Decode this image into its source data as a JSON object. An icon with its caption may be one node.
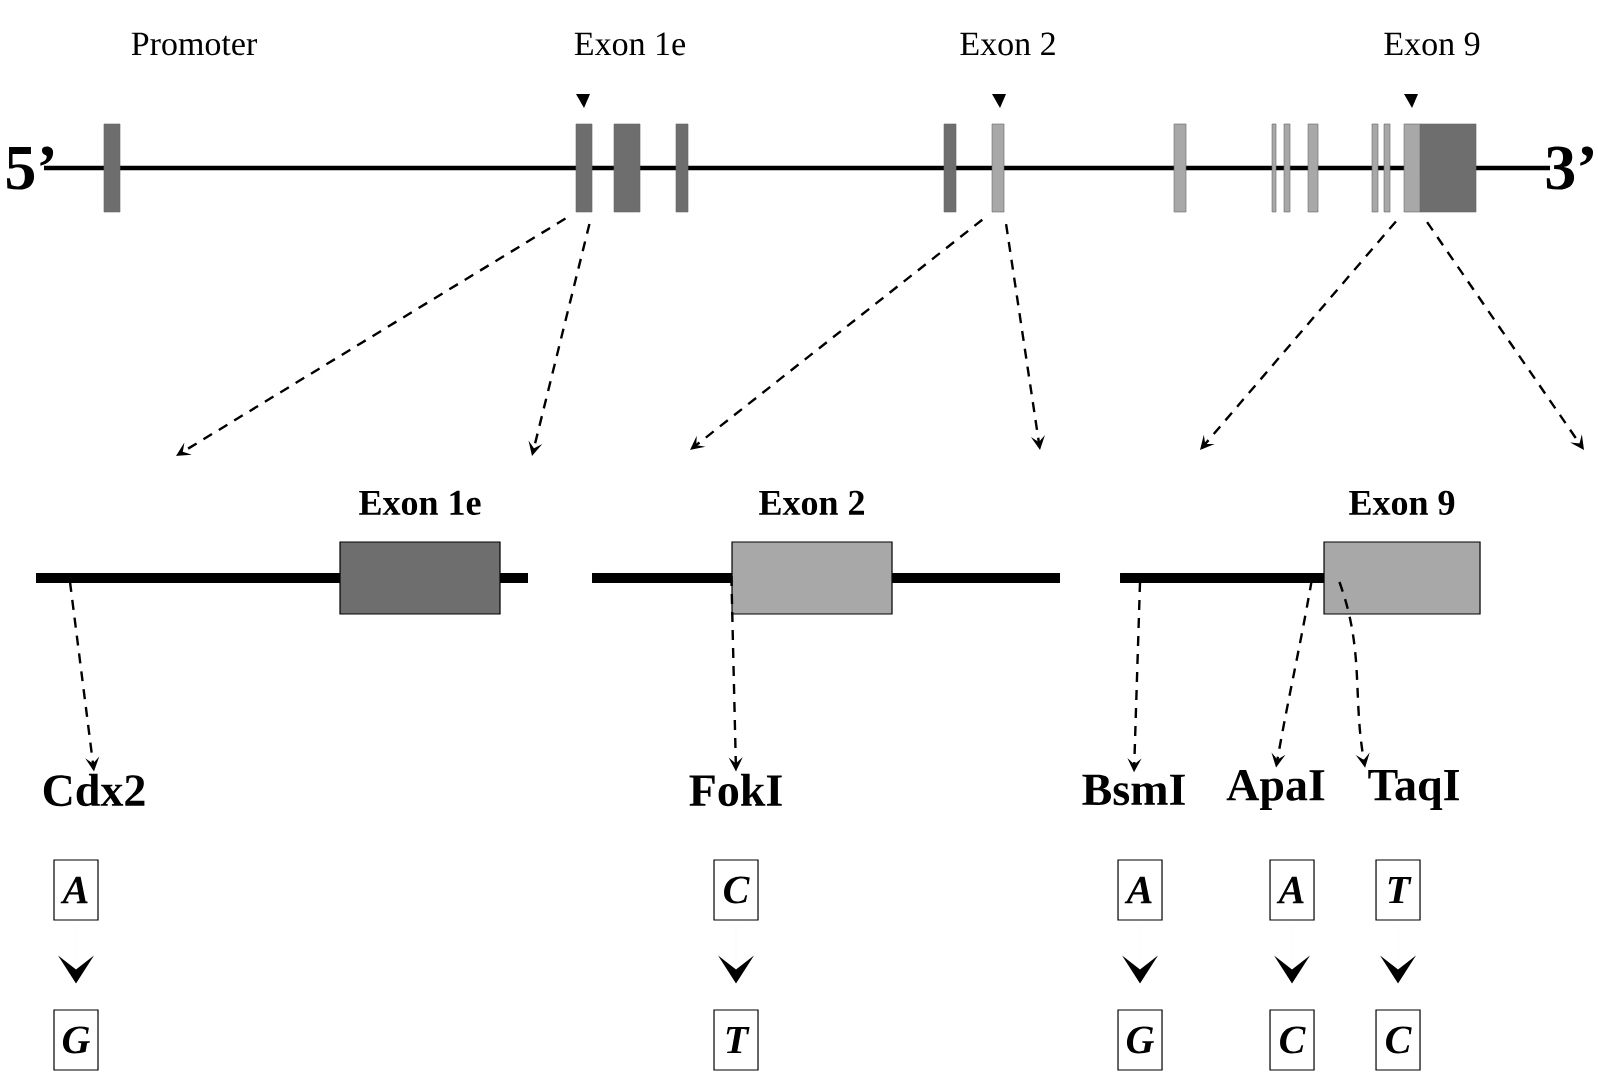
{
  "diagram": {
    "nodes": [
      {
        "text": [],
        "shape": "bar"
      },
      {
        "text": [],
        "shape": "bar"
      },
      {
        "text": [],
        "shape": "bar"
      },
      {
        "text": [
          "Exon 1e"
        ]
      },
      {
        "text": [
          "Exon 2"
        ]
      },
      {
        "text": [
          "Exon 9"
        ]
      },
      {
        "text": [
          "Cdx2"
        ]
      },
      {
        "text": [
          "FokI"
        ]
      },
      {
        "text": [
          "BsmI"
        ]
      },
      {
        "text": [
          "ApaI"
        ]
      },
      {
        "text": [
          "TaqI"
        ]
      },
      {
        "text": [
          "A"
        ]
      },
      {
        "text": [
          "C"
        ]
      },
      {
        "text": [
          "A"
        ]
      },
      {
        "text": [
          "A"
        ]
      },
      {
        "text": [
          "T"
        ]
      },
      {
        "text": [
          "G"
        ]
      },
      {
        "text": [
          "T"
        ]
      },
      {
        "text": [
          "G"
        ]
      },
      {
        "text": [
          "C"
        ]
      },
      {
        "text": [
          "C"
        ]
      }
    ],
    "edges": [
      {
        "from": 0,
        "to": null,
        "arrow": "to",
        "style": "dashed"
      },
      {
        "from": 0,
        "to": null,
        "arrow": "to",
        "style": "dashed"
      },
      {
        "from": 1,
        "to": null,
        "arrow": "to",
        "style": "dashed"
      },
      {
        "from": 1,
        "to": null,
        "arrow": "to",
        "style": "dashed"
      },
      {
        "from": 2,
        "to": null,
        "arrow": "to",
        "style": "dashed"
      },
      {
        "from": 2,
        "to": null,
        "arrow": "to",
        "style": "dashed"
      },
      {
        "from": null,
        "to": 6,
        "arrow": "to",
        "style": "dashed"
      },
      {
        "from": 4,
        "to": 7,
        "arrow": "to",
        "style": "dashed"
      },
      {
        "from": null,
        "to": 8,
        "arrow": "to",
        "style": "dashed"
      },
      {
        "from": 5,
        "to": 9,
        "arrow": "to",
        "style": "dashed"
      },
      {
        "from": 5,
        "to": 10,
        "arrow": "to",
        "style": "dashed"
      },
      {
        "from": 11,
        "to": 16,
        "arrow": "to"
      },
      {
        "from": 12,
        "to": 17,
        "arrow": "to"
      },
      {
        "from": 13,
        "to": 18,
        "arrow": "to"
      },
      {
        "from": 14,
        "to": 19,
        "arrow": "to"
      },
      {
        "from": 15,
        "to": 20,
        "arrow": "to"
      }
    ],
    "labels": [
      "Promoter",
      "Exon 1e",
      "Exon 2",
      "Exon 9",
      "5’",
      "3’"
    ]
  }
}
